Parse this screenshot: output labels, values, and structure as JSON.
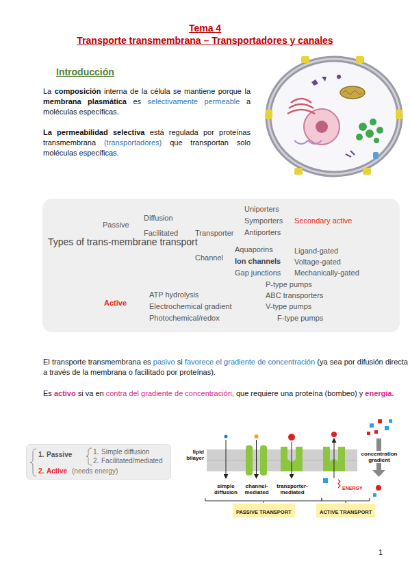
{
  "diagram": {
    "title": "Tema 4",
    "nodes": [
      {
        "text": [
          "Types of trans-membrane transport"
        ]
      },
      {
        "text": [
          "1.",
          "Passive",
          "1.",
          "Simple diffusion",
          "2.",
          "Facilitated/mediated",
          "2.",
          "Active",
          "(needs energy)"
        ]
      },
      {
        "text": [
          "PASSIVE TRANSPORT"
        ]
      },
      {
        "text": [
          "ACTIVE TRANSPORT"
        ]
      }
    ],
    "labels": [
      "Transporte transmembrana – Transportadores y canales",
      "Introducción",
      "La",
      "composición",
      "interna de la célula se mantiene porque la",
      "membrana plasmática",
      "es",
      "selectivamente permeable",
      "a moléculas específicas.",
      "La permeabilidad selectiva",
      "está regulada por proteínas transmembrana",
      "(transportadores)",
      "que transportan solo moléculas específicas.",
      "Passive",
      "Diffusion",
      "Facilitated",
      "Transporter",
      "Uniporters",
      "Symporters",
      "Antiporters",
      "Secondary active",
      "Channel",
      "Aquaporins",
      "Ion channels",
      "Gap junctions",
      "Ligand-gated",
      "Voltage-gated",
      "Mechanically-gated",
      "Active",
      "ATP hydrolysis",
      "Electrochemical gradient",
      "Photochemical/redox",
      "P-type pumps",
      "ABC transporters",
      "V-type pumps",
      "F-type pumps",
      "El transporte transmembrana es",
      "pasivo",
      "si",
      "favorece el gradiente de concentración",
      "(ya sea por difusión directa a través de la membrana o facilitado por proteínas).",
      "Es",
      "activo",
      "si va en",
      "contra del gradiente de concentración,",
      "que requiere una proteína (bombeo) y",
      "energía.",
      "lipid bilayer",
      "simple diffusion",
      "channel-mediated",
      "transporter-mediated",
      "ENERGY",
      "concentration gradient",
      "1"
    ]
  }
}
